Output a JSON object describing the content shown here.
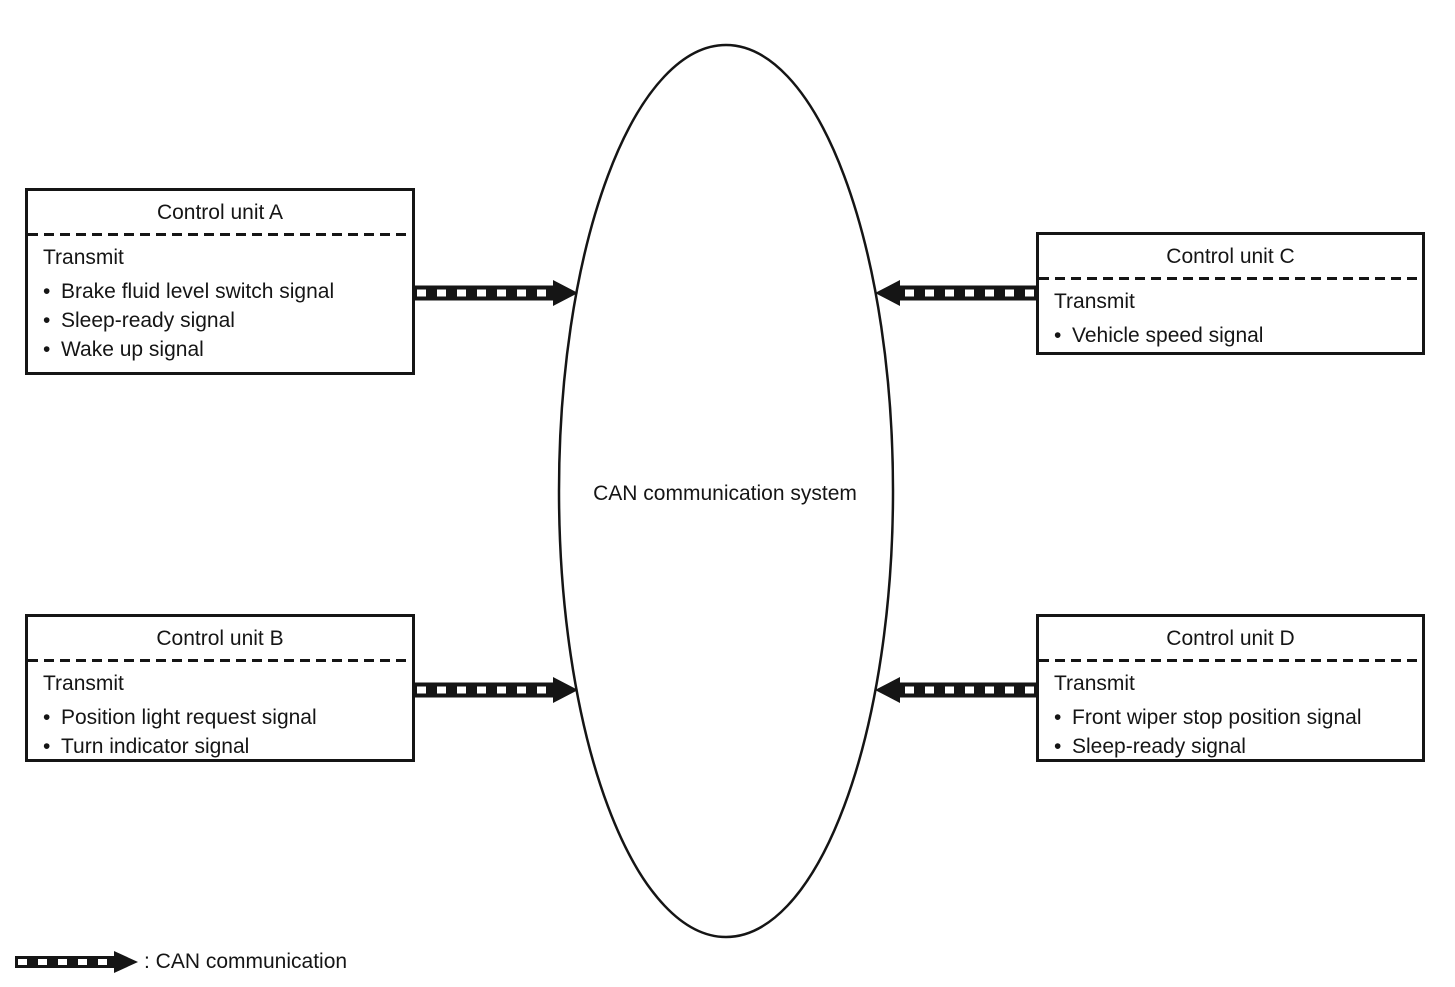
{
  "colors": {
    "ink": "#151515",
    "background": "#ffffff",
    "arrow_fill": "#151515",
    "arrow_dash": "#ffffff"
  },
  "glyphs": {
    "bullet": "•"
  },
  "can_system": {
    "label": "CAN communication system"
  },
  "units": [
    {
      "id": "A",
      "title": "Control unit A",
      "section_label": "Transmit",
      "signals": [
        "Brake fluid level switch signal",
        "Sleep-ready signal",
        "Wake up signal"
      ]
    },
    {
      "id": "B",
      "title": "Control unit B",
      "section_label": "Transmit",
      "signals": [
        "Position light request signal",
        "Turn indicator signal"
      ]
    },
    {
      "id": "C",
      "title": "Control unit C",
      "section_label": "Transmit",
      "signals": [
        "Vehicle speed signal"
      ]
    },
    {
      "id": "D",
      "title": "Control unit D",
      "section_label": "Transmit",
      "signals": [
        "Front wiper stop position signal",
        "Sleep-ready signal"
      ]
    }
  ],
  "legend": {
    "symbol": "striped-arrow",
    "label": ": CAN communication"
  }
}
